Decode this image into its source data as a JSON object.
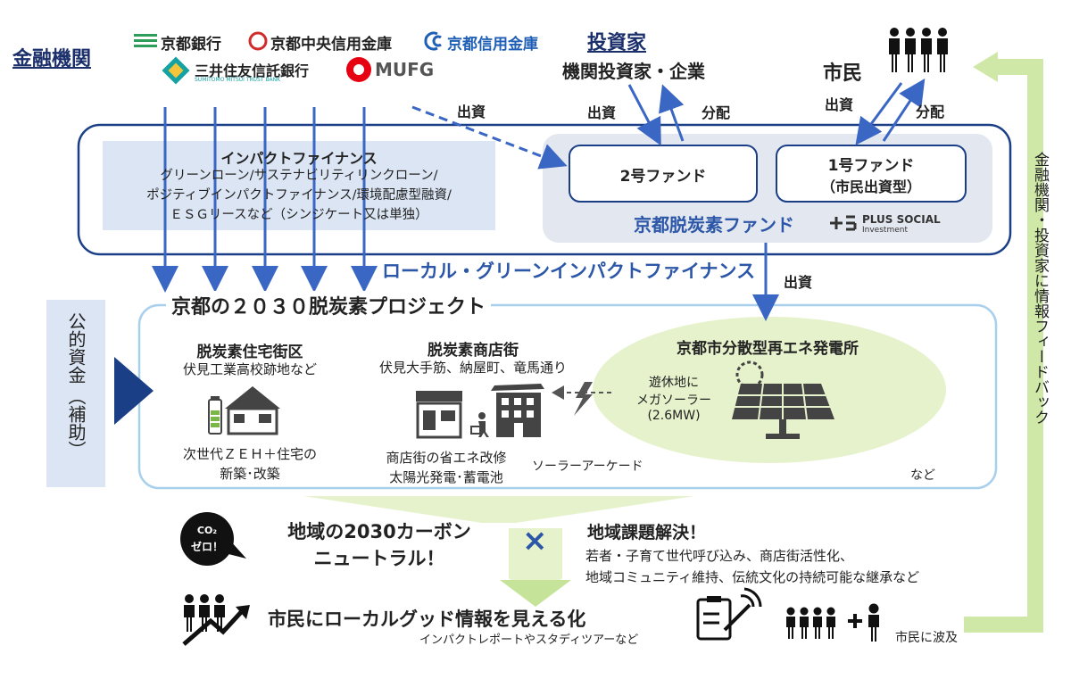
{
  "financial_institutions": {
    "title": "金融機関",
    "logos": [
      "京都銀行",
      "京都中央信用金庫",
      "京都信用金庫",
      "三井住友信託銀行",
      "SUMITOMO MITSUI TRUST BANK",
      "MUFG"
    ]
  },
  "investors": {
    "title": "投資家",
    "subtitle": "機関投資家・企業",
    "invest_label": "出資",
    "dividend_label": "分配"
  },
  "citizens": {
    "title": "市民",
    "invest_label": "出資",
    "dividend_label": "分配"
  },
  "bank_invest_label": "出資",
  "impact_finance": {
    "title": "インパクトファイナンス",
    "lines": [
      "グリーンローン/サステナビリティリンクローン/",
      "ポジティブインパクトファイナンス/環境配慮型融資/",
      "ＥＳＧリースなど（シンジケート又は単独）"
    ]
  },
  "fund2": "2号ファンド",
  "fund1_line1": "1号ファンド",
  "fund1_line2": "（市民出資型）",
  "fund_name": "京都脱炭素ファンド",
  "plus_social": {
    "line1": "PLUS SOCIAL",
    "line2": "Investment"
  },
  "local_green": "ローカル・グリーンインパクトファイナンス",
  "fund_invest_label": "出資",
  "project_title": "京都の２０３０脱炭素プロジェクト",
  "public_funds": {
    "text": "公的資金",
    "paren": "（補助）"
  },
  "residential": {
    "title": "脱炭素住宅街区",
    "location": "伏見工業高校跡地など",
    "desc1": "次世代ＺＥＨ＋住宅の",
    "desc2": "新築･改築"
  },
  "shopping": {
    "title": "脱炭素商店街",
    "location": "伏見大手筋、納屋町、竜馬通り",
    "desc1": "商店街の省エネ改修",
    "desc2": "太陽光発電･蓄電池",
    "arcade": "ソーラーアーケード"
  },
  "power_plant": {
    "title": "京都市分散型再エネ発電所",
    "desc1": "遊休地に",
    "desc2": "メガソーラー",
    "desc3": "(2.6MW)"
  },
  "etc": "など",
  "co2_badge": {
    "line1": "CO₂",
    "line2": "ゼロ！"
  },
  "carbon_neutral": {
    "line1": "地域の2030カーボン",
    "line2": "ニュートラル！"
  },
  "times": "×",
  "regional": {
    "title": "地域課題解決！",
    "line1": "若者・子育て世代呼び込み、商店街活性化、",
    "line2": "地域コミュニティ維持、伝統文化の持続可能な継承など"
  },
  "local_good": {
    "title": "市民にローカルグッド情報を見える化",
    "sub": "インパクトレポートやスタディツアーなど"
  },
  "ripple": "市民に波及",
  "feedback": "金融機関・投資家に情報フィードバック",
  "colors": {
    "navy": "#1b2f6b",
    "blue": "#3a66c4",
    "light_green": "#cfe8a8",
    "light_blue_bg": "#dbe5f3",
    "fund_bg": "#e3e7ef"
  }
}
